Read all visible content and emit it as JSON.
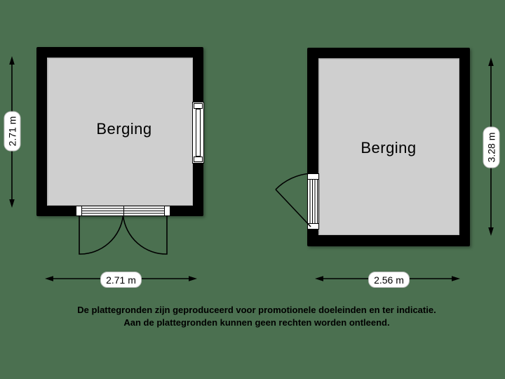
{
  "colors": {
    "background": "#4b7050",
    "wall": "#000000",
    "floor": "#cfcfcf",
    "pill_background": "#ffffff",
    "text": "#000000"
  },
  "plans": [
    {
      "position": "left",
      "room_label": "Berging",
      "width_dim": "2.71 m",
      "height_dim": "2.71 m",
      "features": [
        "double-door-bottom",
        "window-right-wall"
      ]
    },
    {
      "position": "right",
      "room_label": "Berging",
      "width_dim": "2.56 m",
      "height_dim": "3.28 m",
      "features": [
        "single-door-left-wall"
      ]
    }
  ],
  "disclaimer": {
    "line1": "De plattegronden zijn geproduceerd voor promotionele doeleinden en ter indicatie.",
    "line2": "Aan de plattegronden kunnen geen rechten worden ontleend."
  }
}
